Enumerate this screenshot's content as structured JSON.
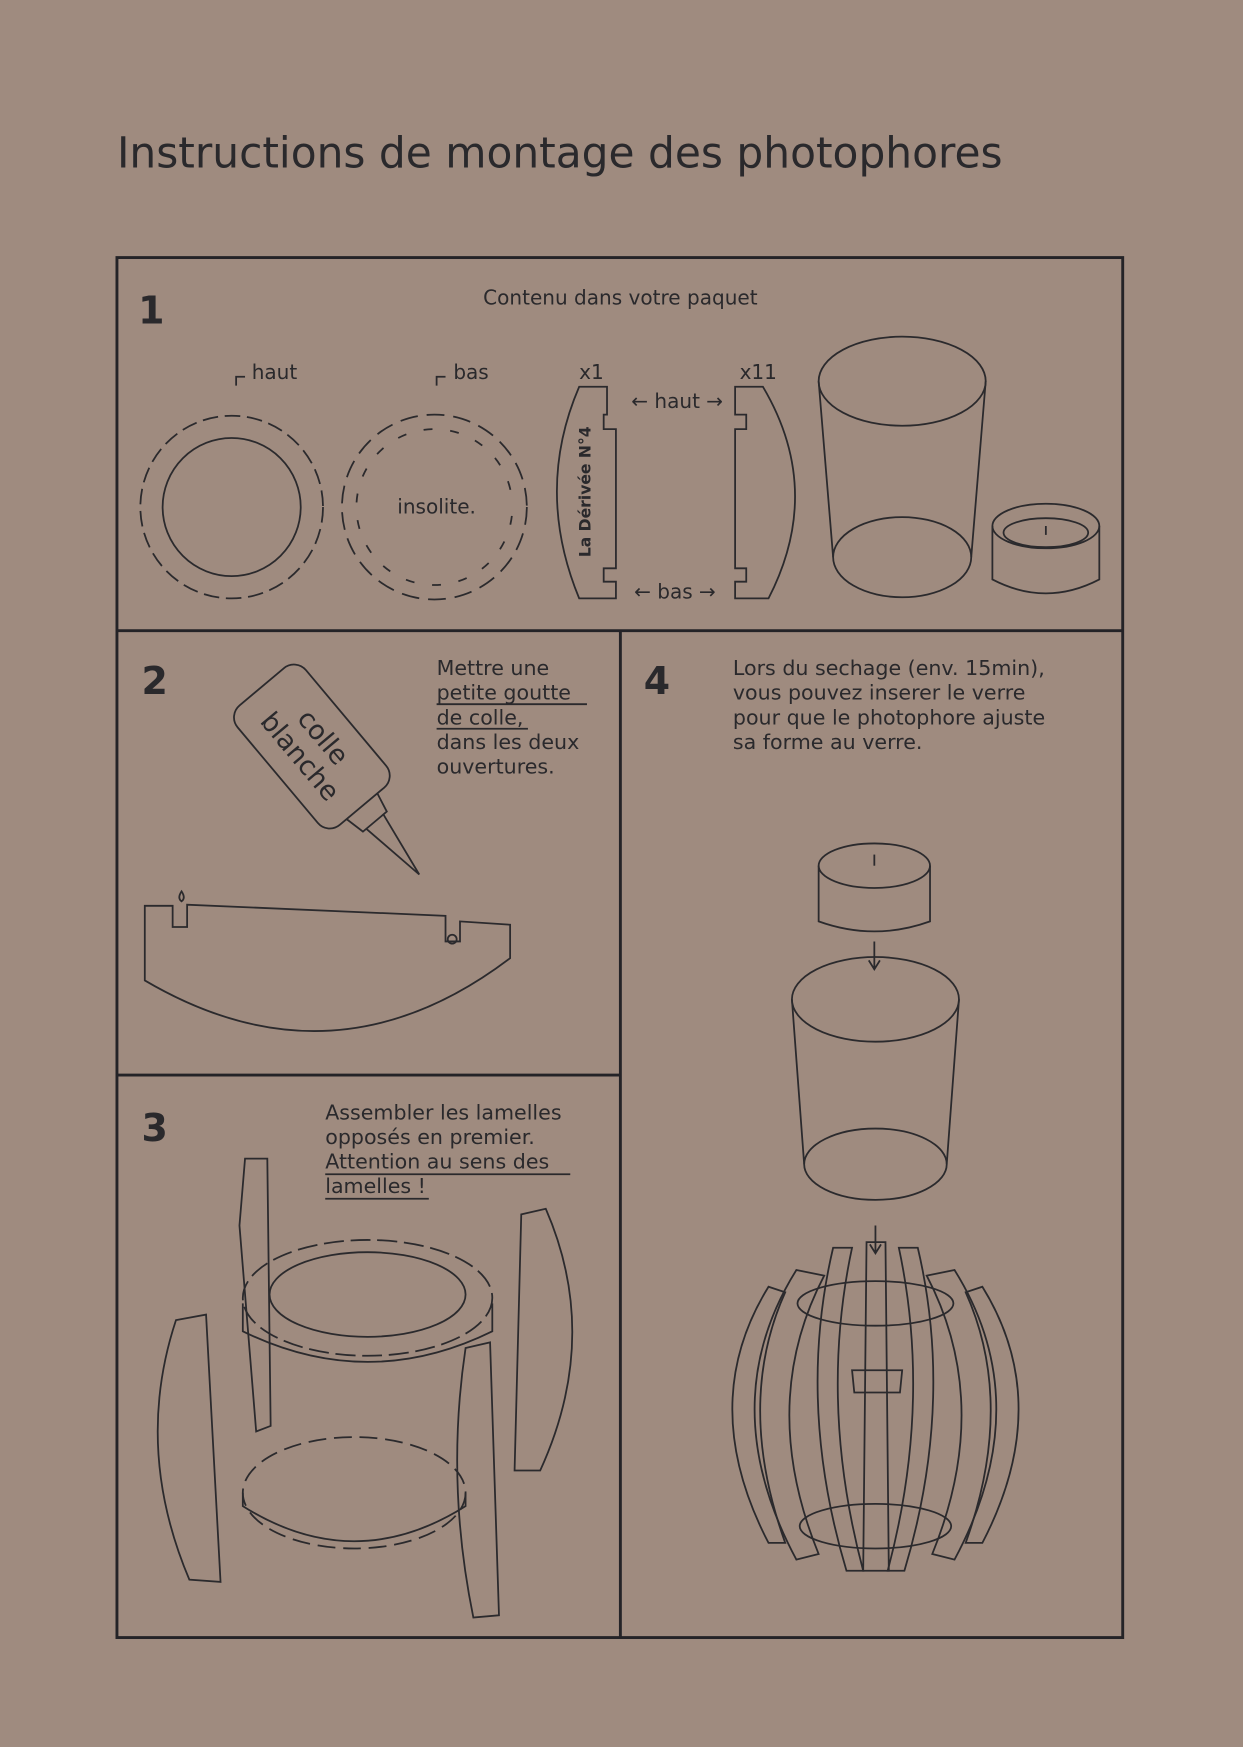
{
  "title": "Instructions de montage des photophores",
  "step1": {
    "number": "1",
    "heading": "Contenu dans votre paquet",
    "label_haut": "haut",
    "label_bas": "bas",
    "count_x1": "x1",
    "count_x11": "x11",
    "arrow_haut": "← haut →",
    "arrow_bas": "← bas →",
    "ring_brand": "insolite.",
    "slat_brand": "La Dérivée N°4"
  },
  "step2": {
    "number": "2",
    "lines": [
      "Mettre une",
      "petite goutte",
      "de colle,",
      "dans les deux",
      "ouvertures."
    ],
    "bottle_label": [
      "colle",
      "blanche"
    ]
  },
  "step3": {
    "number": "3",
    "lines": [
      "Assembler les lamelles",
      "opposés en premier.",
      "Attention au sens des",
      "lamelles !"
    ]
  },
  "step4": {
    "number": "4",
    "lines": [
      "Lors du sechage (env. 15min),",
      "vous pouvez inserer le verre",
      "pour que le photophore ajuste",
      "sa forme au verre."
    ]
  },
  "colors": {
    "paper": "#9f8b7f",
    "ink": "#2b2a2d"
  }
}
